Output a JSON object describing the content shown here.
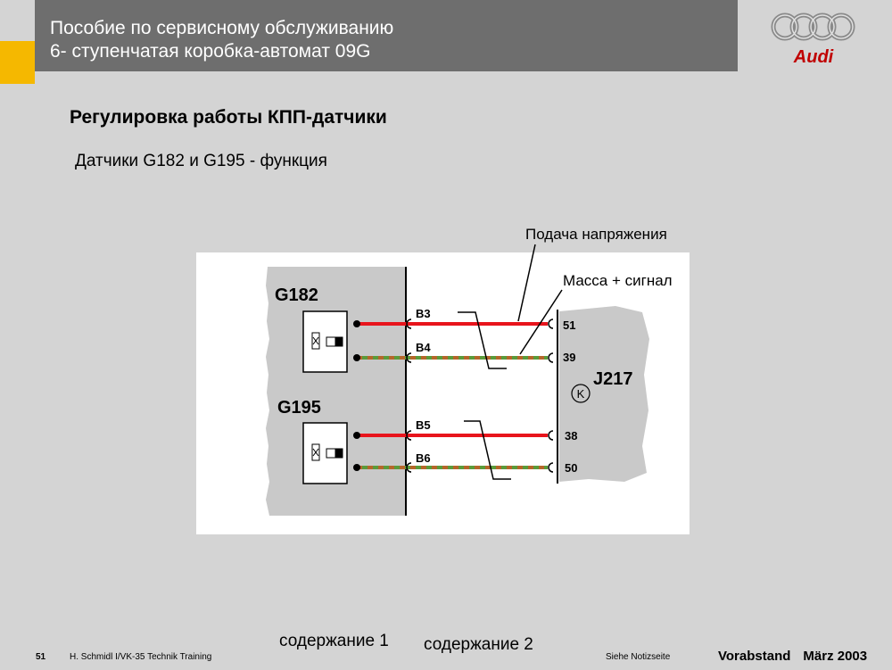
{
  "header": {
    "line1": "Пособие по сервисному обслуживанию",
    "line2": "6- ступенчатая коробка-автомат 09G"
  },
  "logo": {
    "brand": "Audi",
    "icon": "audi-rings-logo",
    "color": "#c00000"
  },
  "title": "Регулировка работы КПП-датчики",
  "subtitle": "Датчики G182 и G195 - функция",
  "diagram": {
    "annotations": {
      "supply": "Подача напряжения",
      "ground_signal": "Масса + сигнал"
    },
    "sensors": [
      {
        "name": "G182",
        "wires": [
          {
            "pin": "B3",
            "terminal": "51",
            "type": "supply"
          },
          {
            "pin": "B4",
            "terminal": "39",
            "type": "ground_signal"
          }
        ]
      },
      {
        "name": "G195",
        "wires": [
          {
            "pin": "B5",
            "terminal": "38",
            "type": "supply"
          },
          {
            "pin": "B6",
            "terminal": "50",
            "type": "ground_signal"
          }
        ]
      }
    ],
    "control_unit": "J217",
    "control_unit_symbol": "K",
    "colors": {
      "supply_wire": "#e8141c",
      "ground_wire_a": "#5a9b3a",
      "ground_wire_b": "#b5662a"
    }
  },
  "links": {
    "content1": "содержание 1",
    "content2": "содержание 2"
  },
  "footer": {
    "page": "51",
    "author": "H. Schmidl I/VK-35  Technik Training",
    "notes": "Siehe Notizseite",
    "status": "Vorabstand",
    "date": "März 2003"
  }
}
